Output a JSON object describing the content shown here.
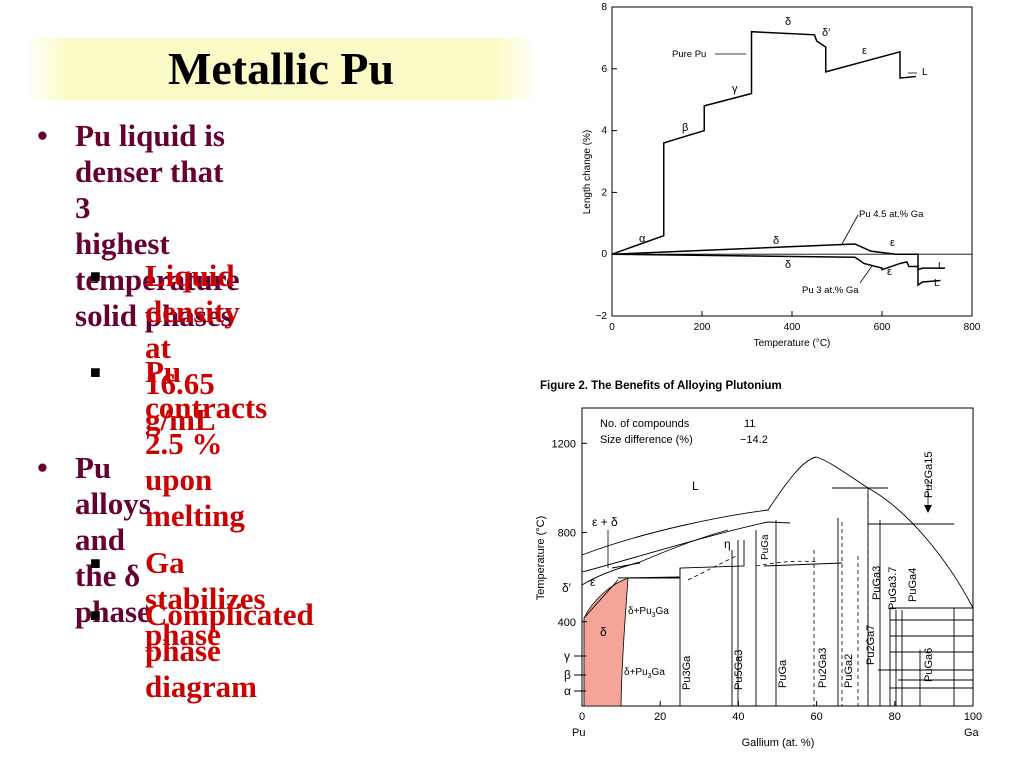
{
  "title": "Metallic Pu",
  "bullets": [
    {
      "level": 1,
      "lines": [
        "Pu liquid is denser that 3",
        "highest temperature",
        "solid phases"
      ]
    },
    {
      "level": 2,
      "lines": [
        "Liquid density at",
        "16.65 g/mL"
      ]
    },
    {
      "level": 2,
      "lines": [
        "Pu contracts 2.5 %",
        "upon melting"
      ]
    },
    {
      "level": 1,
      "lines": [
        "Pu alloys and the δ",
        "phase"
      ]
    },
    {
      "level": 2,
      "lines": [
        "Ga stabilizes phase"
      ]
    },
    {
      "level": 2,
      "lines": [
        "Complicated phase",
        "diagram"
      ]
    }
  ],
  "top_chart": {
    "ylabel": "Length change (%)",
    "xlabel": "Temperature (°C)",
    "xticks": [
      "0",
      "200",
      "400",
      "600",
      "800"
    ],
    "yticks": [
      "−2",
      "0",
      "2",
      "4",
      "6",
      "8"
    ],
    "labels": {
      "pure": "Pure Pu",
      "ga45": "Pu 4.5 at.% Ga",
      "ga3": "Pu 3 at.% Ga",
      "alpha": "α",
      "beta": "β",
      "gamma": "γ",
      "delta": "δ",
      "deltap": "δ′",
      "eps": "ε",
      "L": "L"
    }
  },
  "chart_data": {
    "type": "line",
    "xlabel": "Temperature (°C)",
    "ylabel": "Length change (%)",
    "xlim": [
      0,
      800
    ],
    "ylim": [
      -2,
      8
    ],
    "series": [
      {
        "name": "Pure Pu",
        "x": [
          0,
          115,
          115,
          205,
          205,
          310,
          310,
          450,
          455,
          475,
          475,
          640,
          640,
          675
        ],
        "y": [
          0,
          0.6,
          3.6,
          4.0,
          4.8,
          5.2,
          7.2,
          7.1,
          6.9,
          6.7,
          5.9,
          6.55,
          5.7,
          5.75
        ]
      },
      {
        "name": "Pu 4.5 at.% Ga",
        "x": [
          0,
          540,
          575,
          630,
          650,
          655,
          680,
          680,
          690,
          740
        ],
        "y": [
          0,
          0.33,
          0.1,
          0.0,
          0.0,
          0.0,
          0.0,
          -0.5,
          -0.45,
          -0.45
        ]
      },
      {
        "name": "Pu 3 at.% Ga",
        "x": [
          0,
          540,
          560,
          600,
          600,
          640,
          655,
          660,
          680,
          680,
          690,
          730
        ],
        "y": [
          0,
          -0.1,
          -0.3,
          -0.45,
          -0.5,
          -0.3,
          -0.25,
          -0.4,
          -0.4,
          -1.0,
          -0.9,
          -0.85
        ]
      }
    ]
  },
  "bottom_chart": {
    "caption": "Figure 2. The Benefits of Alloying Plutonium",
    "ylabel": "Temperature (°C)",
    "xlabel": "Gallium (at. %)",
    "xticks": [
      "0",
      "20",
      "40",
      "60",
      "80",
      "100"
    ],
    "yticks": [
      "400",
      "800",
      "1200"
    ],
    "x_left": "Pu",
    "x_right": "Ga",
    "info1_label": "No. of compounds",
    "info1_value": "11",
    "info2_label": "Size difference (%)",
    "info2_value": "−14.2",
    "phase_L": "L",
    "phase_eps_delta": "ε + δ",
    "phase_eta": "η",
    "phase_eps": "ε",
    "phase_deltap": "δ′",
    "phase_delta": "δ",
    "phase_gamma": "γ",
    "phase_beta": "β",
    "phase_alpha": "α",
    "phase_dpu3": "δ+Pu",
    "phase_dpu3_sub": "3",
    "phase_dpu3_tail": "Ga",
    "compounds": {
      "pu3ga": "Pu3Ga",
      "pu5ga3": "Pu5Ga3",
      "puga_a": "PuGa",
      "puga_b": "PuGa",
      "pu2ga3": "Pu2Ga3",
      "puga2": "PuGa2",
      "pu2ga7": "Pu2Ga7",
      "puga3": "PuGa3",
      "puga37": "PuGa3.7",
      "puga4": "PuGa4",
      "puga6": "PuGa6",
      "pu2ga15": "Pu2Ga15"
    },
    "delta_color": "#f4a597"
  }
}
